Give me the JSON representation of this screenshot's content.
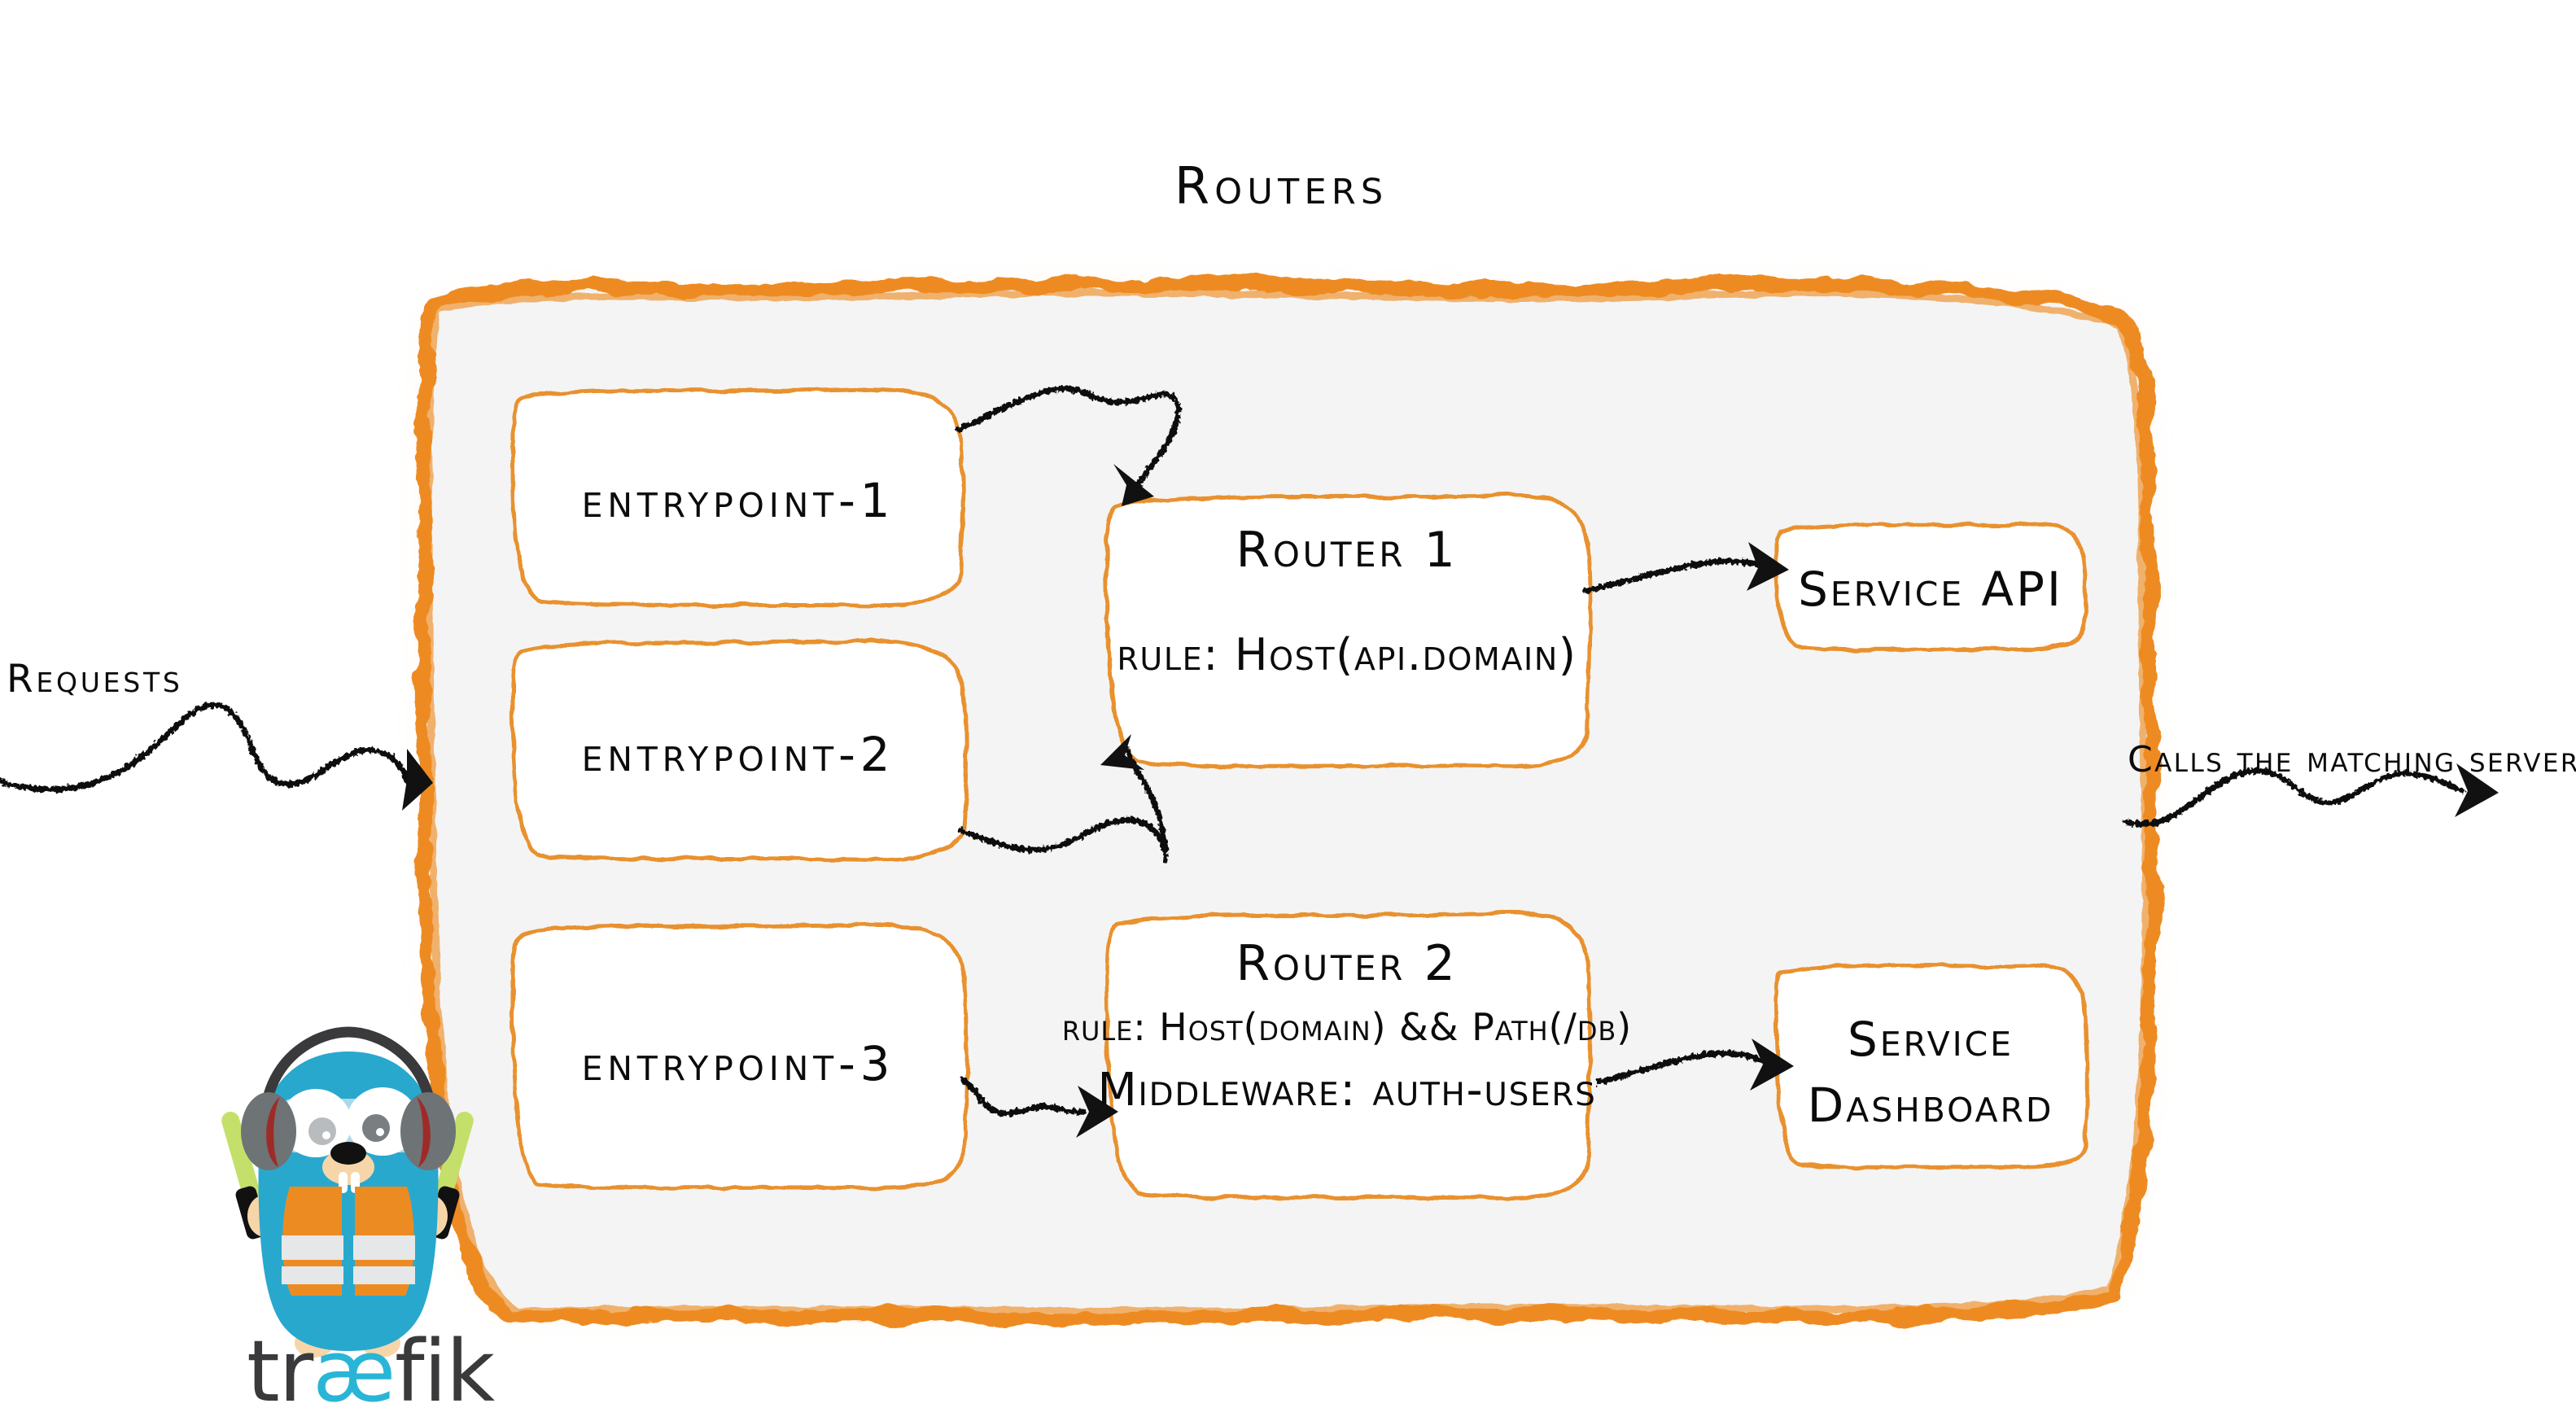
{
  "title": "Routers",
  "colors": {
    "brand_orange": "#ED8B23",
    "panel_fill": "#F4F4F4",
    "node_fill": "#FFFFFF",
    "node_stroke": "#E8912D",
    "arrow_ink": "#111111",
    "traefik_cyan": "#29B5D6",
    "traefik_dark": "#3A3A3C"
  },
  "panel": {
    "name": "routers-panel"
  },
  "side_labels": {
    "requests": "Requests",
    "calls": "Calls the matching server"
  },
  "entrypoints": [
    {
      "id": "entrypoint-1",
      "label": "entrypoint-1"
    },
    {
      "id": "entrypoint-2",
      "label": "entrypoint-2"
    },
    {
      "id": "entrypoint-3",
      "label": "entrypoint-3"
    }
  ],
  "routers": [
    {
      "id": "router-1",
      "title": "Router 1",
      "rule": "rule: Host(api.domain)",
      "middleware": ""
    },
    {
      "id": "router-2",
      "title": "Router 2",
      "rule": "rule: Host(domain) && Path(/db)",
      "middleware": "Middleware: auth-users"
    }
  ],
  "services": [
    {
      "id": "service-api",
      "label": "Service API",
      "line1": "Service API",
      "line2": ""
    },
    {
      "id": "service-dashboard",
      "label": "Service Dashboard",
      "line1": "Service",
      "line2": "Dashboard"
    }
  ],
  "logo": {
    "wordmark_pre": "tr",
    "wordmark_ae": "æ",
    "wordmark_post": "fik"
  },
  "flows": [
    {
      "from": "entrypoint-1",
      "to": "router-1"
    },
    {
      "from": "entrypoint-2",
      "to": "router-1"
    },
    {
      "from": "entrypoint-3",
      "to": "router-2"
    },
    {
      "from": "router-1",
      "to": "service-api"
    },
    {
      "from": "router-2",
      "to": "service-dashboard"
    },
    {
      "from": "requests",
      "to": "routers-panel"
    },
    {
      "from": "routers-panel",
      "to": "matching-server"
    }
  ]
}
